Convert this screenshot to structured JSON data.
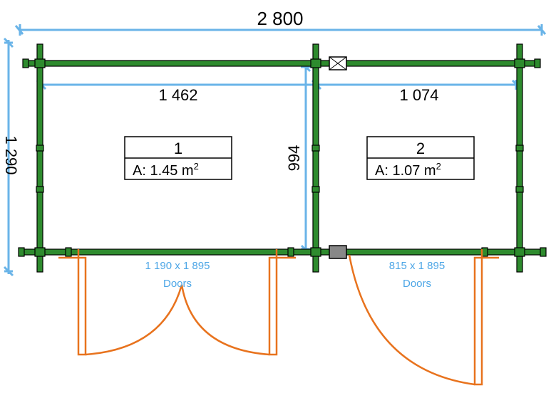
{
  "dimensions": {
    "overall_width": "2 800",
    "overall_depth": "1 290",
    "room1_width": "1 462",
    "room2_width": "1 074",
    "room_depth": "994"
  },
  "rooms": [
    {
      "number": "1",
      "area_label": "A: 1.45 m",
      "area_exp": "2"
    },
    {
      "number": "2",
      "area_label": "A: 1.07 m",
      "area_exp": "2"
    }
  ],
  "doors": [
    {
      "size": "1 190 x 1 895",
      "label": "Doors"
    },
    {
      "size": "815 x 1 895",
      "label": "Doors"
    }
  ],
  "colors": {
    "wall": "#2e8b2e",
    "wall_outline": "#000000",
    "dimension": "#6ab4e8",
    "door": "#e8731e",
    "door_text": "#4da6e6"
  }
}
